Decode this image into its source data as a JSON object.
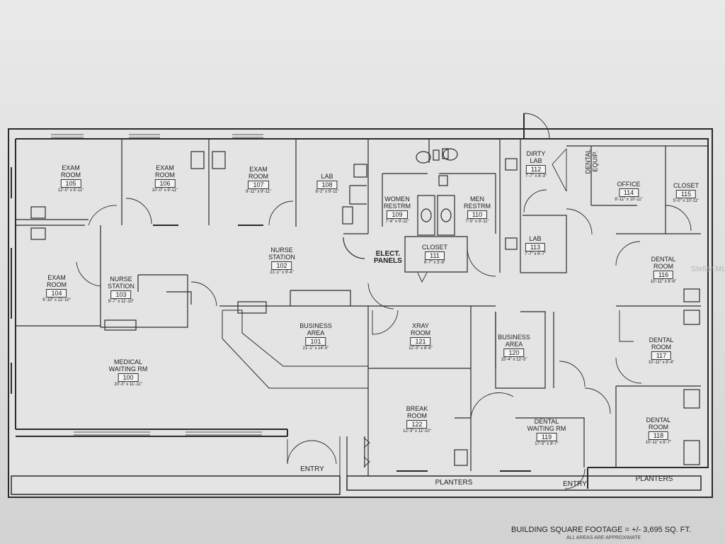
{
  "plan": {
    "rooms": [
      {
        "id": "r105",
        "name": "EXAM\nROOM",
        "number": "105",
        "dims": "12'-0\" x 9'-11\""
      },
      {
        "id": "r106",
        "name": "EXAM\nROOM",
        "number": "106",
        "dims": "10'-0\" x 9'-11\""
      },
      {
        "id": "r107",
        "name": "EXAM\nROOM",
        "number": "107",
        "dims": "9'-11\" x 9'-11\""
      },
      {
        "id": "r108",
        "name": "LAB",
        "number": "108",
        "dims": "8'-2\" x 9'-11\""
      },
      {
        "id": "r109",
        "name": "WOMEN\nRESTRM",
        "number": "109",
        "dims": "7'-8\" x 9'-11\""
      },
      {
        "id": "r110",
        "name": "MEN\nRESTRM",
        "number": "110",
        "dims": "7'-5\" x 9'-11\""
      },
      {
        "id": "r112",
        "name": "DIRTY\nLAB",
        "number": "112",
        "dims": "7'-7\" x 8'-3\""
      },
      {
        "id": "r114",
        "name": "OFFICE",
        "number": "114",
        "dims": "8'-11\" x 10'-11\""
      },
      {
        "id": "r115",
        "name": "CLOSET",
        "number": "115",
        "dims": "5'-0\" x 10'-11\""
      },
      {
        "id": "r111",
        "name": "CLOSET",
        "number": "111",
        "dims": "6'-7\" x 3'-8\""
      },
      {
        "id": "r113",
        "name": "LAB",
        "number": "113",
        "dims": "7'-7\" x 6'-7\""
      },
      {
        "id": "r102",
        "name": "NURSE\nSTATION",
        "number": "102",
        "dims": "21'-1\" x 9'-4\""
      },
      {
        "id": "r104",
        "name": "EXAM\nROOM",
        "number": "104",
        "dims": "9'-10\" x 11'-10\""
      },
      {
        "id": "r103",
        "name": "NURSE\nSTATION",
        "number": "103",
        "dims": "9'-7\" x 11'-10\""
      },
      {
        "id": "r116",
        "name": "DENTAL\nROOM",
        "number": "116",
        "dims": "10'-11\" x 8'-6\""
      },
      {
        "id": "r101",
        "name": "BUSINESS\nAREA",
        "number": "101",
        "dims": "21'-1\" x 14'-5\""
      },
      {
        "id": "r121",
        "name": "XRAY\nROOM",
        "number": "121",
        "dims": "12'-3\" x 8'-9\""
      },
      {
        "id": "r120",
        "name": "BUSINESS\nAREA",
        "number": "120",
        "dims": "15'-4\" x 12'-5\""
      },
      {
        "id": "r117",
        "name": "DENTAL\nROOM",
        "number": "117",
        "dims": "10'-11\" x 8'-4\""
      },
      {
        "id": "r100",
        "name": "MEDICAL\nWAITING RM",
        "number": "100",
        "dims": "20'-3\" x 11'-11\""
      },
      {
        "id": "r122",
        "name": "BREAK\nROOM",
        "number": "122",
        "dims": "12'-3\" x 11'-10\""
      },
      {
        "id": "r119",
        "name": "DENTAL\nWAITING RM",
        "number": "119",
        "dims": "17'-5\" x 9'-7\""
      },
      {
        "id": "r118",
        "name": "DENTAL\nROOM",
        "number": "118",
        "dims": "10'-11\" x 8'-7\""
      }
    ],
    "elect_panels": "ELECT.\nPANELS",
    "dental_equip": "DENTAL\nEQUIP.",
    "entry_left": "ENTRY",
    "entry_right": "ENTRY",
    "planters_left": "PLANTERS",
    "planters_right": "PLANTERS",
    "footage": "BUILDING SQUARE FOOTAGE = +/- 3,695 SQ. FT.",
    "footage_note": "ALL AREAS ARE APPROXIMATE",
    "watermark": "Stellar MLS"
  }
}
